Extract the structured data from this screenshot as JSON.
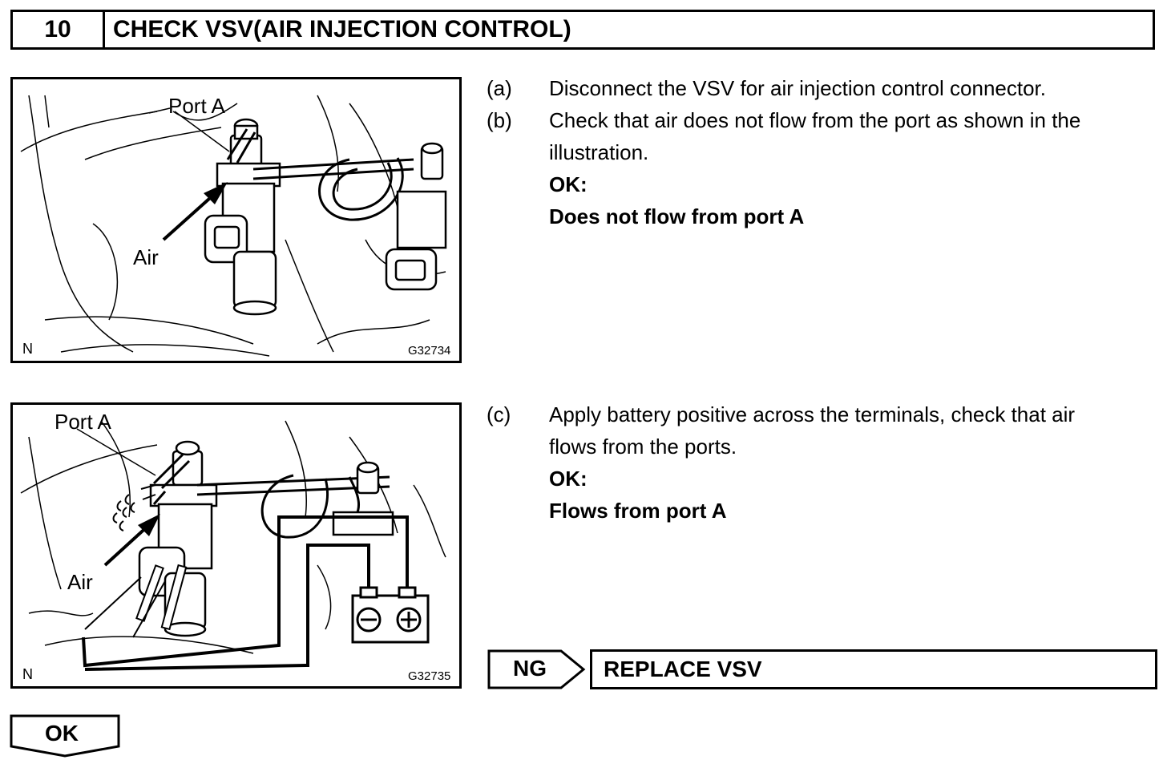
{
  "header": {
    "step_number": "10",
    "title": "CHECK VSV(AIR INJECTION CONTROL)"
  },
  "figure1": {
    "label_port": "Port A",
    "label_air": "Air",
    "corner_mark": "N",
    "figure_code": "G32734"
  },
  "figure2": {
    "label_port": "Port A",
    "label_air": "Air",
    "corner_mark": "N",
    "figure_code": "G32735"
  },
  "steps": {
    "a": {
      "tag": "(a)",
      "text": "Disconnect the VSV for air injection control connector."
    },
    "b": {
      "tag": "(b)",
      "text_line1": "Check that air does not flow from the port as shown in the",
      "text_line2": "illustration.",
      "ok_label": "OK:",
      "ok_result": "Does not flow from port A"
    },
    "c": {
      "tag": "(c)",
      "text_line1": "Apply battery positive across the terminals, check that air",
      "text_line2": "flows from the ports.",
      "ok_label": "OK:",
      "ok_result": "Flows from port A"
    }
  },
  "results": {
    "ng_label": "NG",
    "ng_action": "REPLACE VSV",
    "ok_label": "OK"
  }
}
